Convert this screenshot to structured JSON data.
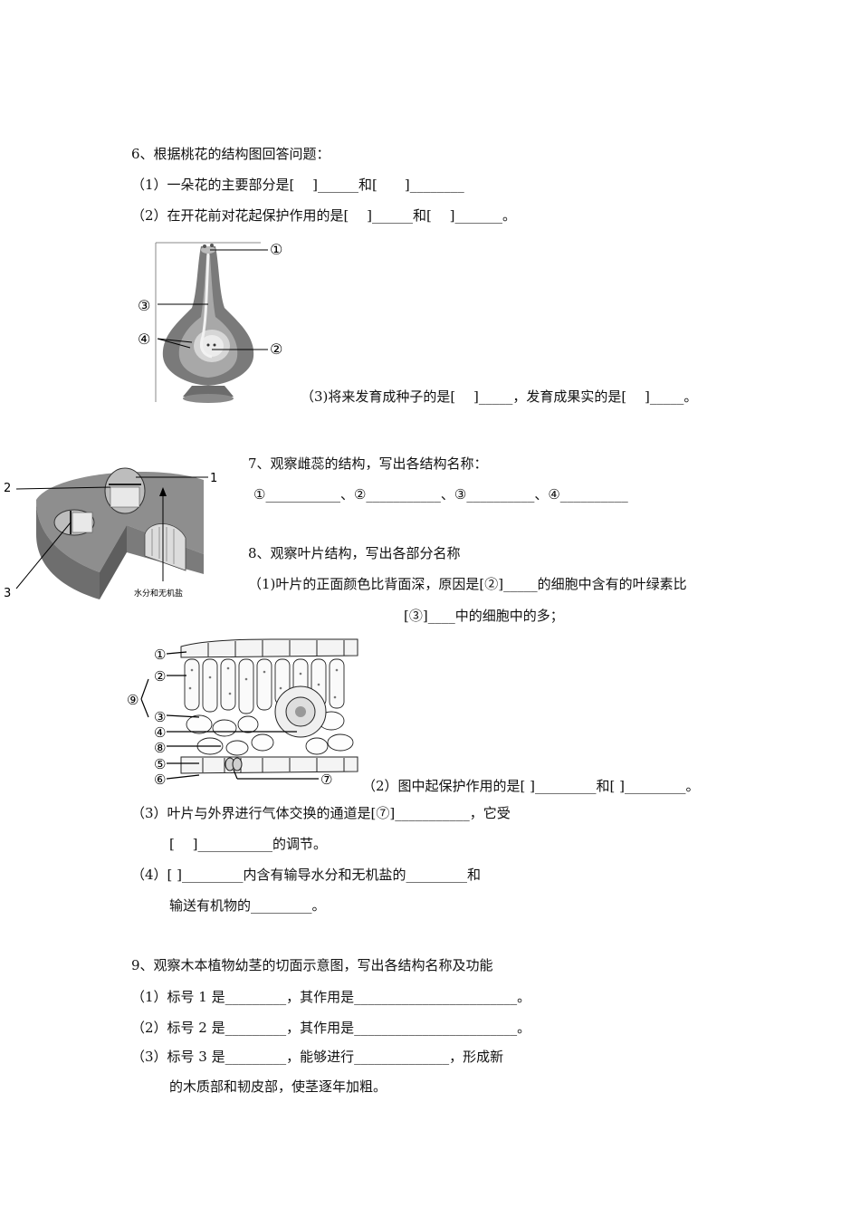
{
  "q6": {
    "title": "6、根据桃花的结构图回答问题：",
    "p1": "（1）一朵花的主要部分是[　 ]______和[　　]________",
    "p2": "（2）在开花前对花起保护作用的是[　 ]______和[　 ]_______。",
    "p3": "（3)将来发育成种子的是[　 ]_____，发育成果实的是[　 ]_____。",
    "labels": [
      "①",
      "③",
      "④",
      "②"
    ]
  },
  "q7": {
    "title": "7、观察雌蕊的结构，写出各结构名称：",
    "blanks": "①___________、②___________、③__________、④__________",
    "labels": [
      "1",
      "2",
      "3"
    ],
    "caption": "水分和无机盐"
  },
  "q8": {
    "title": "8、观察叶片结构，写出各部分名称",
    "p1a": "（1)叶片的正面颜色比背面深，原因是[②]_____的细胞中含有的叶绿素比",
    "p1b": "[③]____中的细胞中的多；",
    "p2": "（2）图中起保护作用的是[ ]_________和[ ]_________。",
    "p3a": "（3）叶片与外界进行气体交换的通道是[⑦]___________，它受",
    "p3b": "[　 ]___________的调节。",
    "p4a": "（4）[ ]_________内含有输导水分和无机盐的_________和",
    "p4b": "输送有机物的_________。",
    "labels": [
      "①",
      "②",
      "⑨",
      "③",
      "④",
      "⑧",
      "⑤",
      "⑥",
      "⑦"
    ]
  },
  "q9": {
    "title": "9、观察木本植物幼茎的切面示意图，写出各结构名称及功能",
    "p1": "（1）标号 1 是_________，其作用是________________________。",
    "p2": "（2）标号 2 是_________，其作用是________________________。",
    "p3a": "（3）标号 3 是_________，能够进行______________，形成新",
    "p3b": "的木质部和韧皮部，使茎逐年加粗。"
  }
}
